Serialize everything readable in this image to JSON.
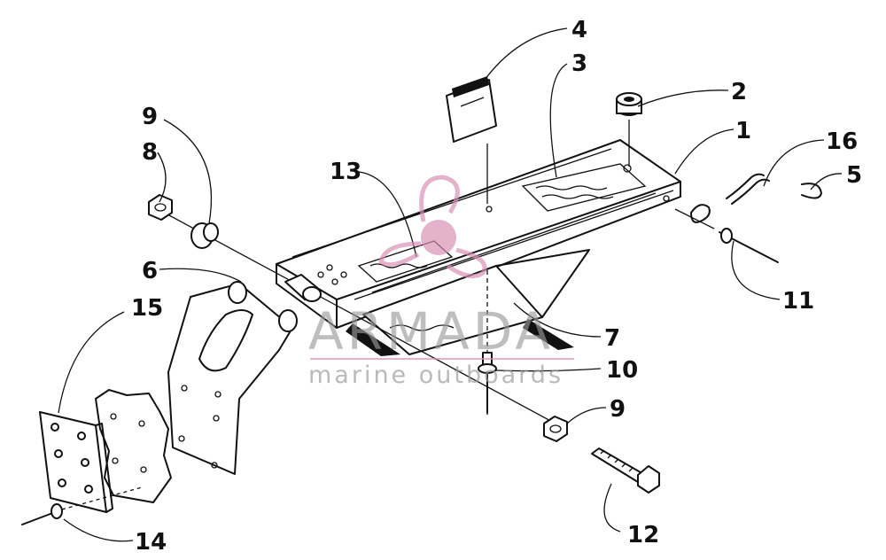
{
  "diagram": {
    "callouts": [
      "1",
      "2",
      "3",
      "4",
      "5",
      "6",
      "7",
      "8",
      "9",
      "9",
      "10",
      "11",
      "12",
      "13",
      "14",
      "15",
      "16"
    ]
  },
  "watermark": {
    "brand": "ARMADA",
    "tagline": "marine outboards",
    "accent_color": "#d98fb4",
    "text_color": "#9a9a9a"
  }
}
